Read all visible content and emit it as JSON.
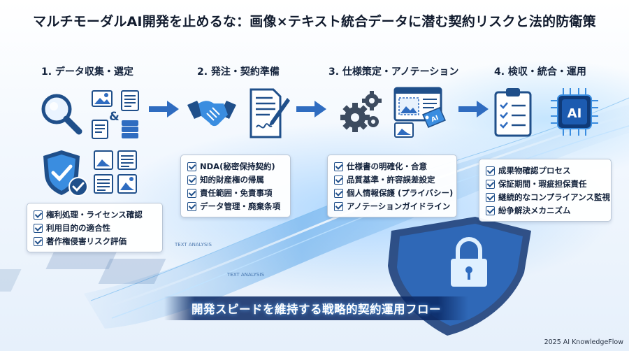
{
  "title": "マルチモーダルAI開発を止めるな：画像×テキスト統合データに潜む契約リスクと法的防衛策",
  "steps": [
    {
      "title": "1. データ収集・選定",
      "items": [
        "権利処理・ライセンス確認",
        "利用目的の適合性",
        "著作権侵害リスク評価"
      ]
    },
    {
      "title": "2. 発注・契約準備",
      "items": [
        "NDA(秘密保持契約)",
        "知的財産権の帰属",
        "責任範囲・免責事項",
        "データ管理・廃棄条項"
      ]
    },
    {
      "title": "3. 仕様策定・アノテーション",
      "items": [
        "仕様書の明確化・合意",
        "品質基準・許容誤差設定",
        "個人情報保護 (プライバシー)",
        "アノテーションガイドライン"
      ]
    },
    {
      "title": "4. 検収・統合・運用",
      "items": [
        "成果物確認プロセス",
        "保証期間・瑕疵担保責任",
        "継続的なコンプライアンス監視",
        "紛争解決メカニズム"
      ]
    }
  ],
  "icons": {
    "ai_chip_label": "AI",
    "ai_tag_label": "AI",
    "merge_symbol": "&",
    "stream_labels": [
      "TEXT ANALYSIS",
      "TEXT ANALYSIS"
    ]
  },
  "banner": "開発スピードを維持する戦略的契約運用フロー",
  "footer": "2025 AI KnowledgeFlow",
  "colors": {
    "primary": "#1f4f8a",
    "accent": "#3a8de0",
    "banner_bg": "#0a2864"
  }
}
